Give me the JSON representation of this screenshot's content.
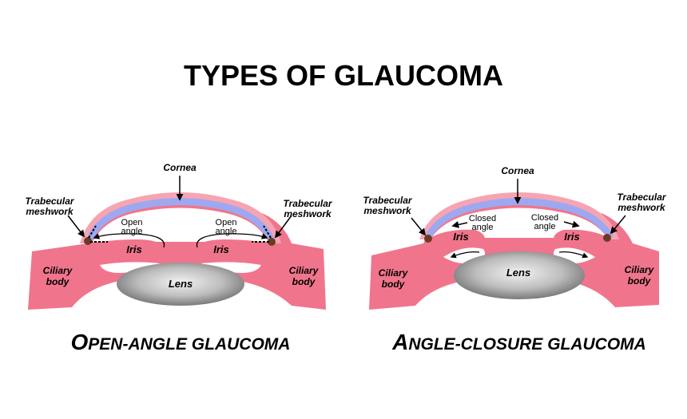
{
  "title": "TYPES OF GLAUCOMA",
  "colors": {
    "tissue": "#f0758c",
    "tissue_light": "#f7a4b2",
    "cornea_blue": "#9ea8f0",
    "meshwork": "#6b3a22",
    "lens_light": "#f0f0f0",
    "lens_dark": "#6a6a6a",
    "text": "#000000"
  },
  "open": {
    "cornea": "Cornea",
    "trab_left": [
      "Trabecular",
      "meshwork"
    ],
    "trab_right": [
      "Trabecular",
      "meshwork"
    ],
    "angle_left": [
      "Open",
      "angle"
    ],
    "angle_right": [
      "Open",
      "angle"
    ],
    "iris_left": "Iris",
    "iris_right": "Iris",
    "lens": "Lens",
    "ciliary_left": [
      "Ciliary",
      "body"
    ],
    "ciliary_right": [
      "Ciliary",
      "body"
    ],
    "caption_first": "O",
    "caption_rest": "PEN-ANGLE GLAUCOMA"
  },
  "closed": {
    "cornea": "Cornea",
    "trab_left": [
      "Trabecular",
      "meshwork"
    ],
    "trab_right": [
      "Trabecular",
      "meshwork"
    ],
    "angle_left": [
      "Closed",
      "angle"
    ],
    "angle_right": [
      "Closed",
      "angle"
    ],
    "iris_left": "Iris",
    "iris_right": "Iris",
    "lens": "Lens",
    "ciliary_left": [
      "Ciliary",
      "body"
    ],
    "ciliary_right": [
      "Ciliary",
      "body"
    ],
    "caption_first": "A",
    "caption_rest": "NGLE-CLOSURE GLAUCOMA"
  }
}
